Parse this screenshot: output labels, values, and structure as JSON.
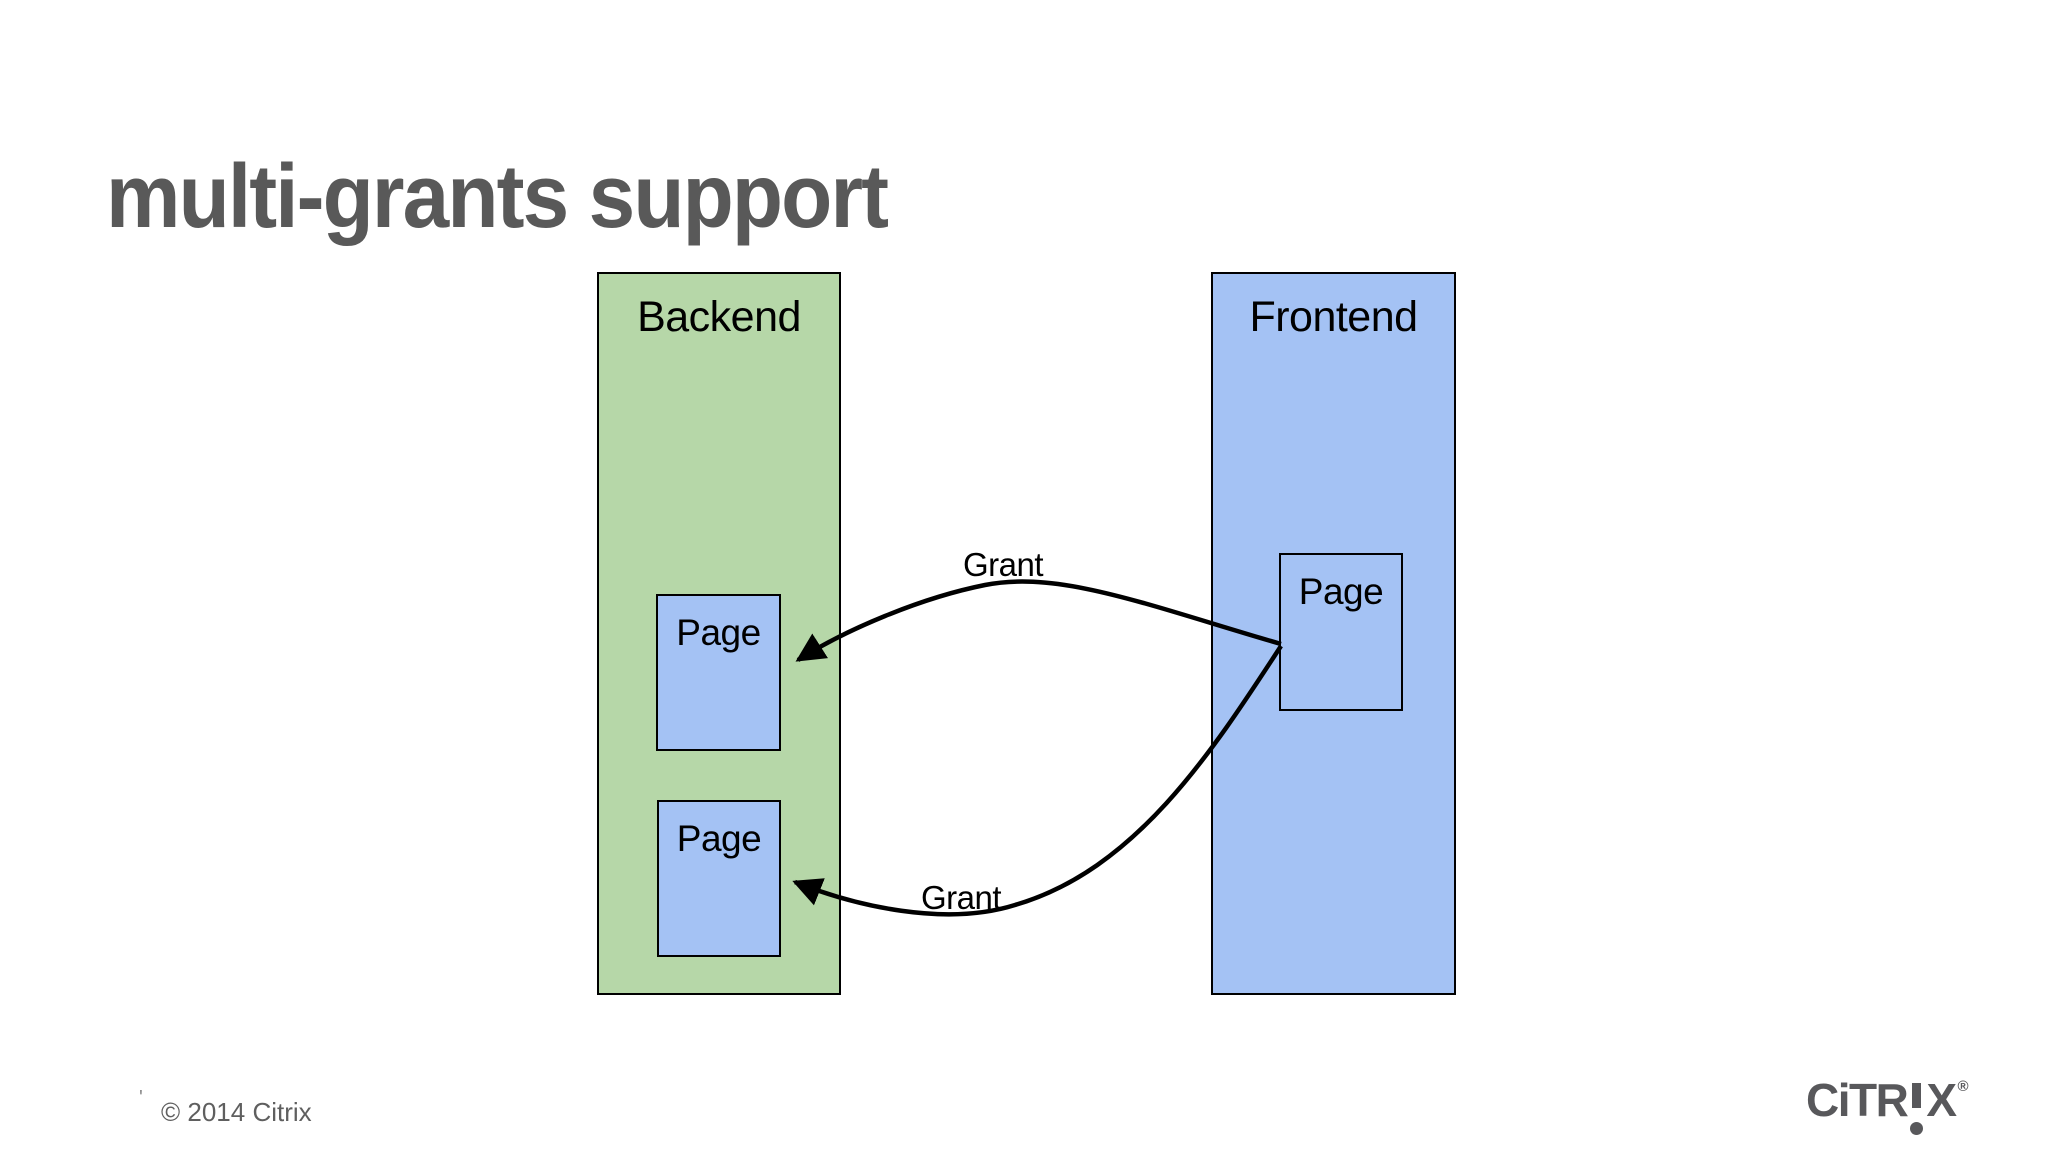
{
  "slide": {
    "title": "multi-grants support",
    "footer": {
      "footnote_mark": "'",
      "copyright": "© 2014 Citrix"
    },
    "logo": {
      "brand": "Citrix",
      "left_letters": "CiTR",
      "x_letter": "X",
      "registered": "®"
    }
  },
  "diagram": {
    "backend": {
      "label": "Backend",
      "pages": [
        {
          "label": "Page"
        },
        {
          "label": "Page"
        }
      ]
    },
    "frontend": {
      "label": "Frontend",
      "page": {
        "label": "Page"
      }
    },
    "arrows": [
      {
        "label": "Grant",
        "from": "frontend-page",
        "to": "backend-page-1"
      },
      {
        "label": "Grant",
        "from": "frontend-page",
        "to": "backend-page-2"
      }
    ],
    "colors": {
      "backend_fill": "#b6d7a8",
      "frontend_fill": "#a4c2f4",
      "page_fill": "#a4c2f4",
      "box_border": "#000000",
      "arrow": "#000000",
      "title_text": "#595959",
      "footer_text": "#5f5f5f",
      "logo_gray": "#58585b"
    }
  }
}
